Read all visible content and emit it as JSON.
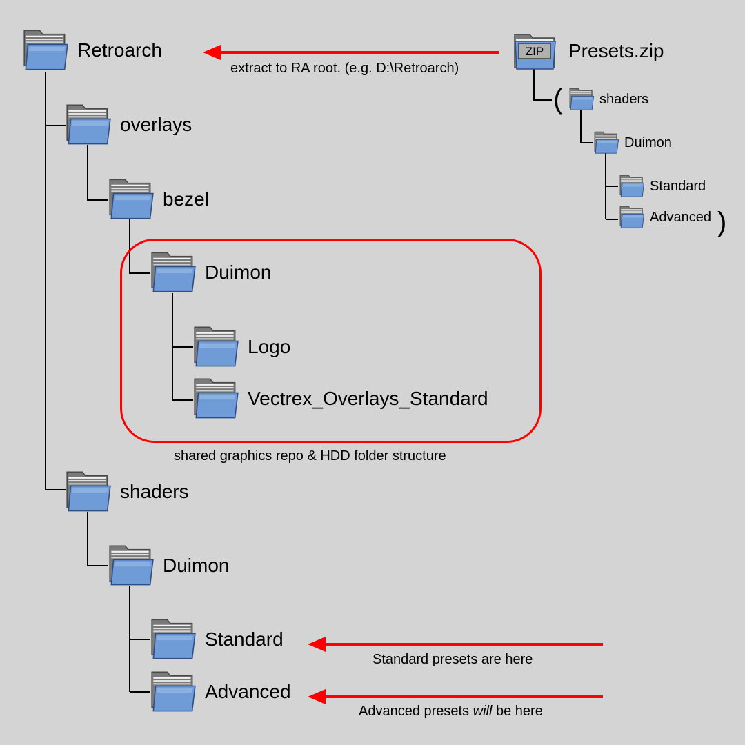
{
  "colors": {
    "background": "#d4d4d4",
    "tree_line": "#000000",
    "arrow": "#ff0000",
    "folder_front": "#6f9bd6",
    "folder_back": "#7a7a7a"
  },
  "tree": {
    "retroarch": "Retroarch",
    "overlays": "overlays",
    "bezel": "bezel",
    "bezel_duimon": "Duimon",
    "logo": "Logo",
    "vectrex": "Vectrex_Overlays_Standard",
    "shaders": "shaders",
    "shaders_duimon": "Duimon",
    "standard": "Standard",
    "advanced": "Advanced"
  },
  "zip": {
    "badge": "ZIP",
    "name": "Presets.zip",
    "open_paren": "(",
    "close_paren": ")",
    "shaders": "shaders",
    "duimon": "Duimon",
    "standard": "Standard",
    "advanced": "Advanced"
  },
  "notes": {
    "extract": "extract to RA root. (e.g. D:\\Retroarch)",
    "shared_pre": "shared graphics repo & HDD folder structure",
    "standard_presets": "Standard presets are here",
    "advanced_pre": "Advanced presets ",
    "advanced_em": "will",
    "advanced_post": " be here"
  },
  "icons": {
    "folder": "folder-icon",
    "zip": "zip-archive-icon",
    "arrow": "arrow-left-icon"
  }
}
